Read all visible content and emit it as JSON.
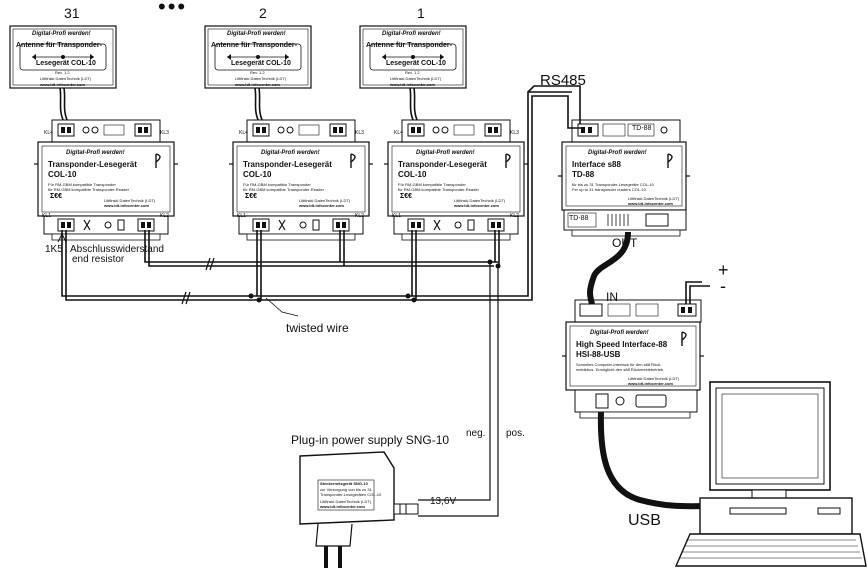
{
  "header": {
    "index_31": "31",
    "ellipsis": "•••",
    "index_2": "2",
    "index_1": "1"
  },
  "antenna": {
    "brand": "Digital-Profi werden!",
    "line1": "Antenne für Transponder-",
    "line2": "Lesegerät COL-10",
    "rev": "Rev. 1.2",
    "footer": "Littfinski DatenTechnik (LDT)",
    "url": "www.ldt-infocenter.com"
  },
  "col10": {
    "brand": "Digital-Profi werden!",
    "title": "Transponder-Lesegerät",
    "model": "COL-10",
    "desc1": "Für RM-GBM kompatible Transponder",
    "desc2": "für RM-GBM kompatible Transponder-Reader",
    "maker": "Littfinski DatenTechnik (LDT)",
    "url": "www.ldt-infocenter.com",
    "kl1": "KL1",
    "kl2": "KL2",
    "kl4": "KL4",
    "kl3": "KL3"
  },
  "td88": {
    "brand": "Digital-Profi werden!",
    "title": "Interface s88",
    "model": "TD-88",
    "desc1": "für bis zu 31 Transponder-Lesegeräte COL-10",
    "desc2": "Fer up to 31 transponder readers COL-10",
    "maker": "Littfinski DatenTechnik (LDT)",
    "url": "www.ldt-infocenter.com",
    "badge": "TD-88",
    "badge2": "TD-88"
  },
  "hsi": {
    "brand": "Digital-Profi werden!",
    "title": "High Speed Interface-88",
    "model": "HSI-88-USB",
    "desc1": "Schnelles Computer-Interface für den s88 Rück-",
    "desc2": "meldebus. Ermöglicht den s88 Rückmeldebetrieb.",
    "maker": "Littfinski DatenTechnik (LDT)",
    "url": "www.ldt-infocenter.com"
  },
  "psu": {
    "line1": "Steckernetzgerät SNG-10",
    "line2": "zur Versorgung von bis zu 31",
    "line3": "Transponder-Lesegeräten COL-10",
    "maker": "Littfinski DatenTechnik (LDT)",
    "url": "www.ldt-infocenter.com"
  },
  "labels": {
    "rs485": "RS485",
    "out": "OUT",
    "in": "IN",
    "plus": "+",
    "minus": "-",
    "usb": "USB",
    "twisted": "twisted wire",
    "resistor_value": "1K5",
    "resistor_de": "Abschlusswiderstand",
    "resistor_en": "end resistor",
    "psu_label": "Plug-in power supply SNG-10",
    "neg": "neg.",
    "pos": "pos.",
    "voltage": "13,6V"
  },
  "colors": {
    "line": "#111111",
    "panel": "#ffffff",
    "stroke": "#1a1a1a"
  }
}
